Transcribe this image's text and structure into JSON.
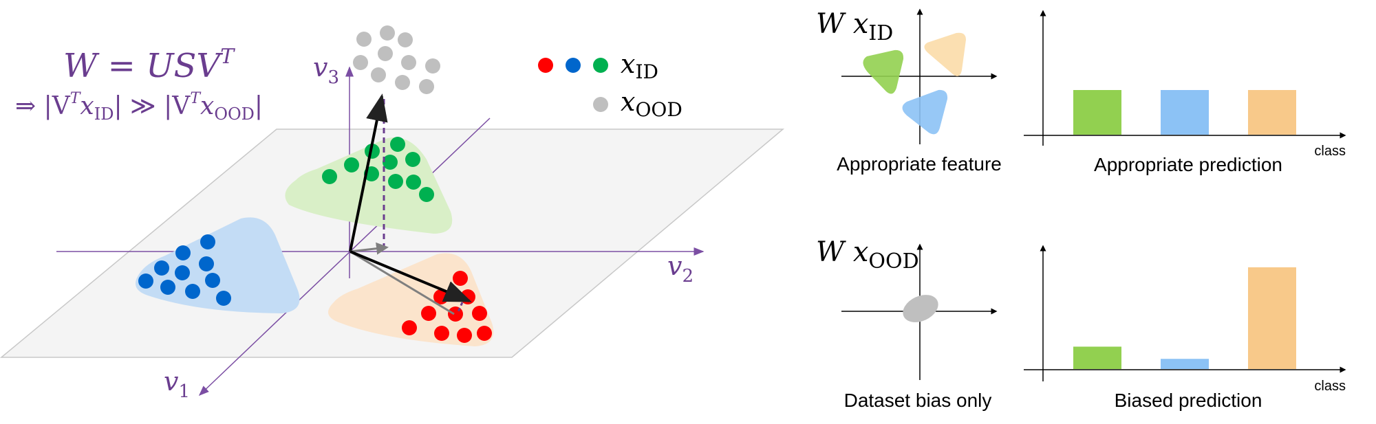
{
  "formula": {
    "line1": "W = USV",
    "line1_sup": "T",
    "line2_prefix": "⇒ |V",
    "line2_sup1": "T",
    "line2_x1": "x",
    "line2_sub1": "ID",
    "line2_mid": "| ≫ |V",
    "line2_sup2": "T",
    "line2_x2": "x",
    "line2_sub2": "OOD",
    "line2_end": "|"
  },
  "axes": {
    "v1": "v",
    "v1_sub": "1",
    "v2": "v",
    "v2_sub": "2",
    "v3": "v",
    "v3_sub": "3"
  },
  "legend": {
    "id_label": "x",
    "id_sub": "ID",
    "ood_label": "x",
    "ood_sub": "OOD"
  },
  "panel_top": {
    "feature_title": "W x",
    "feature_title_sub": "ID",
    "feature_caption": "Appropriate feature",
    "prediction_caption": "Appropriate prediction",
    "axis_label": "class",
    "bars": [
      {
        "color": "#92d050",
        "value": 1.0
      },
      {
        "color": "#8cc2f5",
        "value": 1.0
      },
      {
        "color": "#f8c98a",
        "value": 1.0
      }
    ]
  },
  "panel_bottom": {
    "feature_title": "W x",
    "feature_title_sub": "OOD",
    "feature_caption": "Dataset bias only",
    "prediction_caption": "Biased prediction",
    "axis_label": "class",
    "bars": [
      {
        "color": "#92d050",
        "value": 0.22
      },
      {
        "color": "#8cc2f5",
        "value": 0.1
      },
      {
        "color": "#f8c98a",
        "value": 1.0
      }
    ]
  },
  "colors": {
    "accent": "#6a3d8f",
    "red": "#ff0000",
    "blue": "#0066cc",
    "green": "#00b050",
    "gray": "#bfbfbf"
  }
}
